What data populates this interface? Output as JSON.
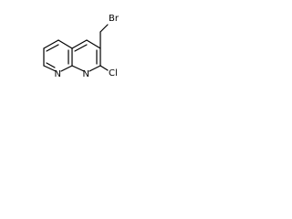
{
  "molecule": {
    "atoms": {
      "br": "Br",
      "cl": "Cl",
      "n1": "N",
      "n8": "N"
    }
  }
}
